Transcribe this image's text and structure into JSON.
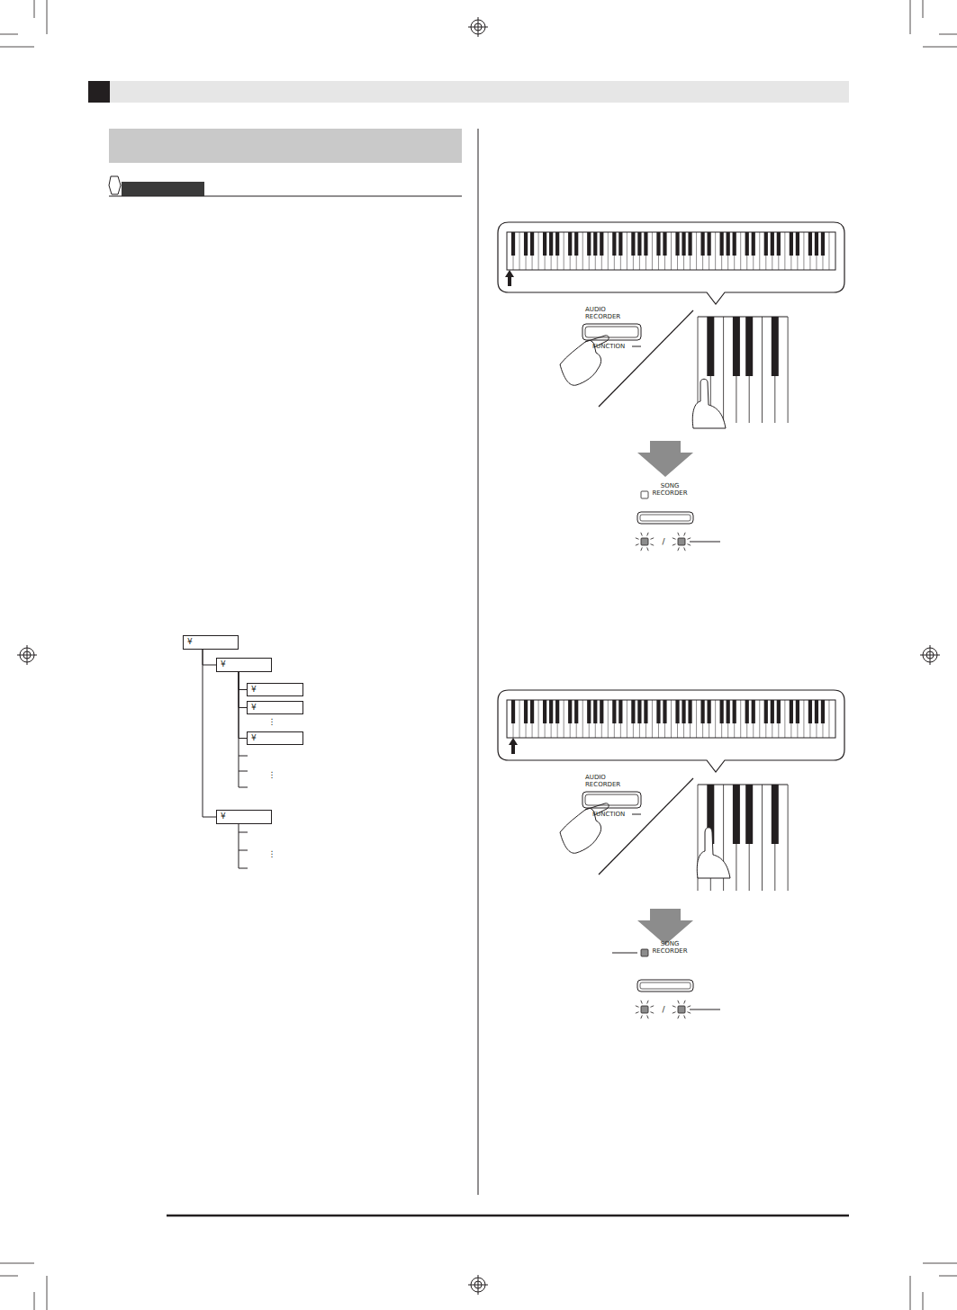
{
  "diagram": {
    "nodes": [
      {
        "text": [
          "¥"
        ]
      },
      {
        "text": [
          "¥"
        ],
        "in": 0
      },
      {
        "text": [
          "¥"
        ],
        "in": 1
      },
      {
        "text": [
          "¥"
        ],
        "in": 1
      },
      {
        "text": [
          "¥"
        ],
        "in": 1
      },
      {
        "text": [
          "¥"
        ],
        "in": 0
      }
    ],
    "edges": [
      {
        "from": 0,
        "to": 1,
        "arrow": "none"
      },
      {
        "from": 1,
        "to": 2,
        "arrow": "none"
      },
      {
        "from": 1,
        "to": 3,
        "arrow": "none"
      },
      {
        "from": 1,
        "to": 4,
        "arrow": "none"
      },
      {
        "from": 0,
        "to": 5,
        "arrow": "none"
      }
    ],
    "labels": [
      "⋮",
      "⋮",
      "⋮",
      "AUDIO RECORDER",
      "FUNCTION",
      "SONG RECORDER",
      "/",
      "AUDIO RECORDER",
      "FUNCTION",
      "SONG RECORDER",
      "/"
    ]
  }
}
